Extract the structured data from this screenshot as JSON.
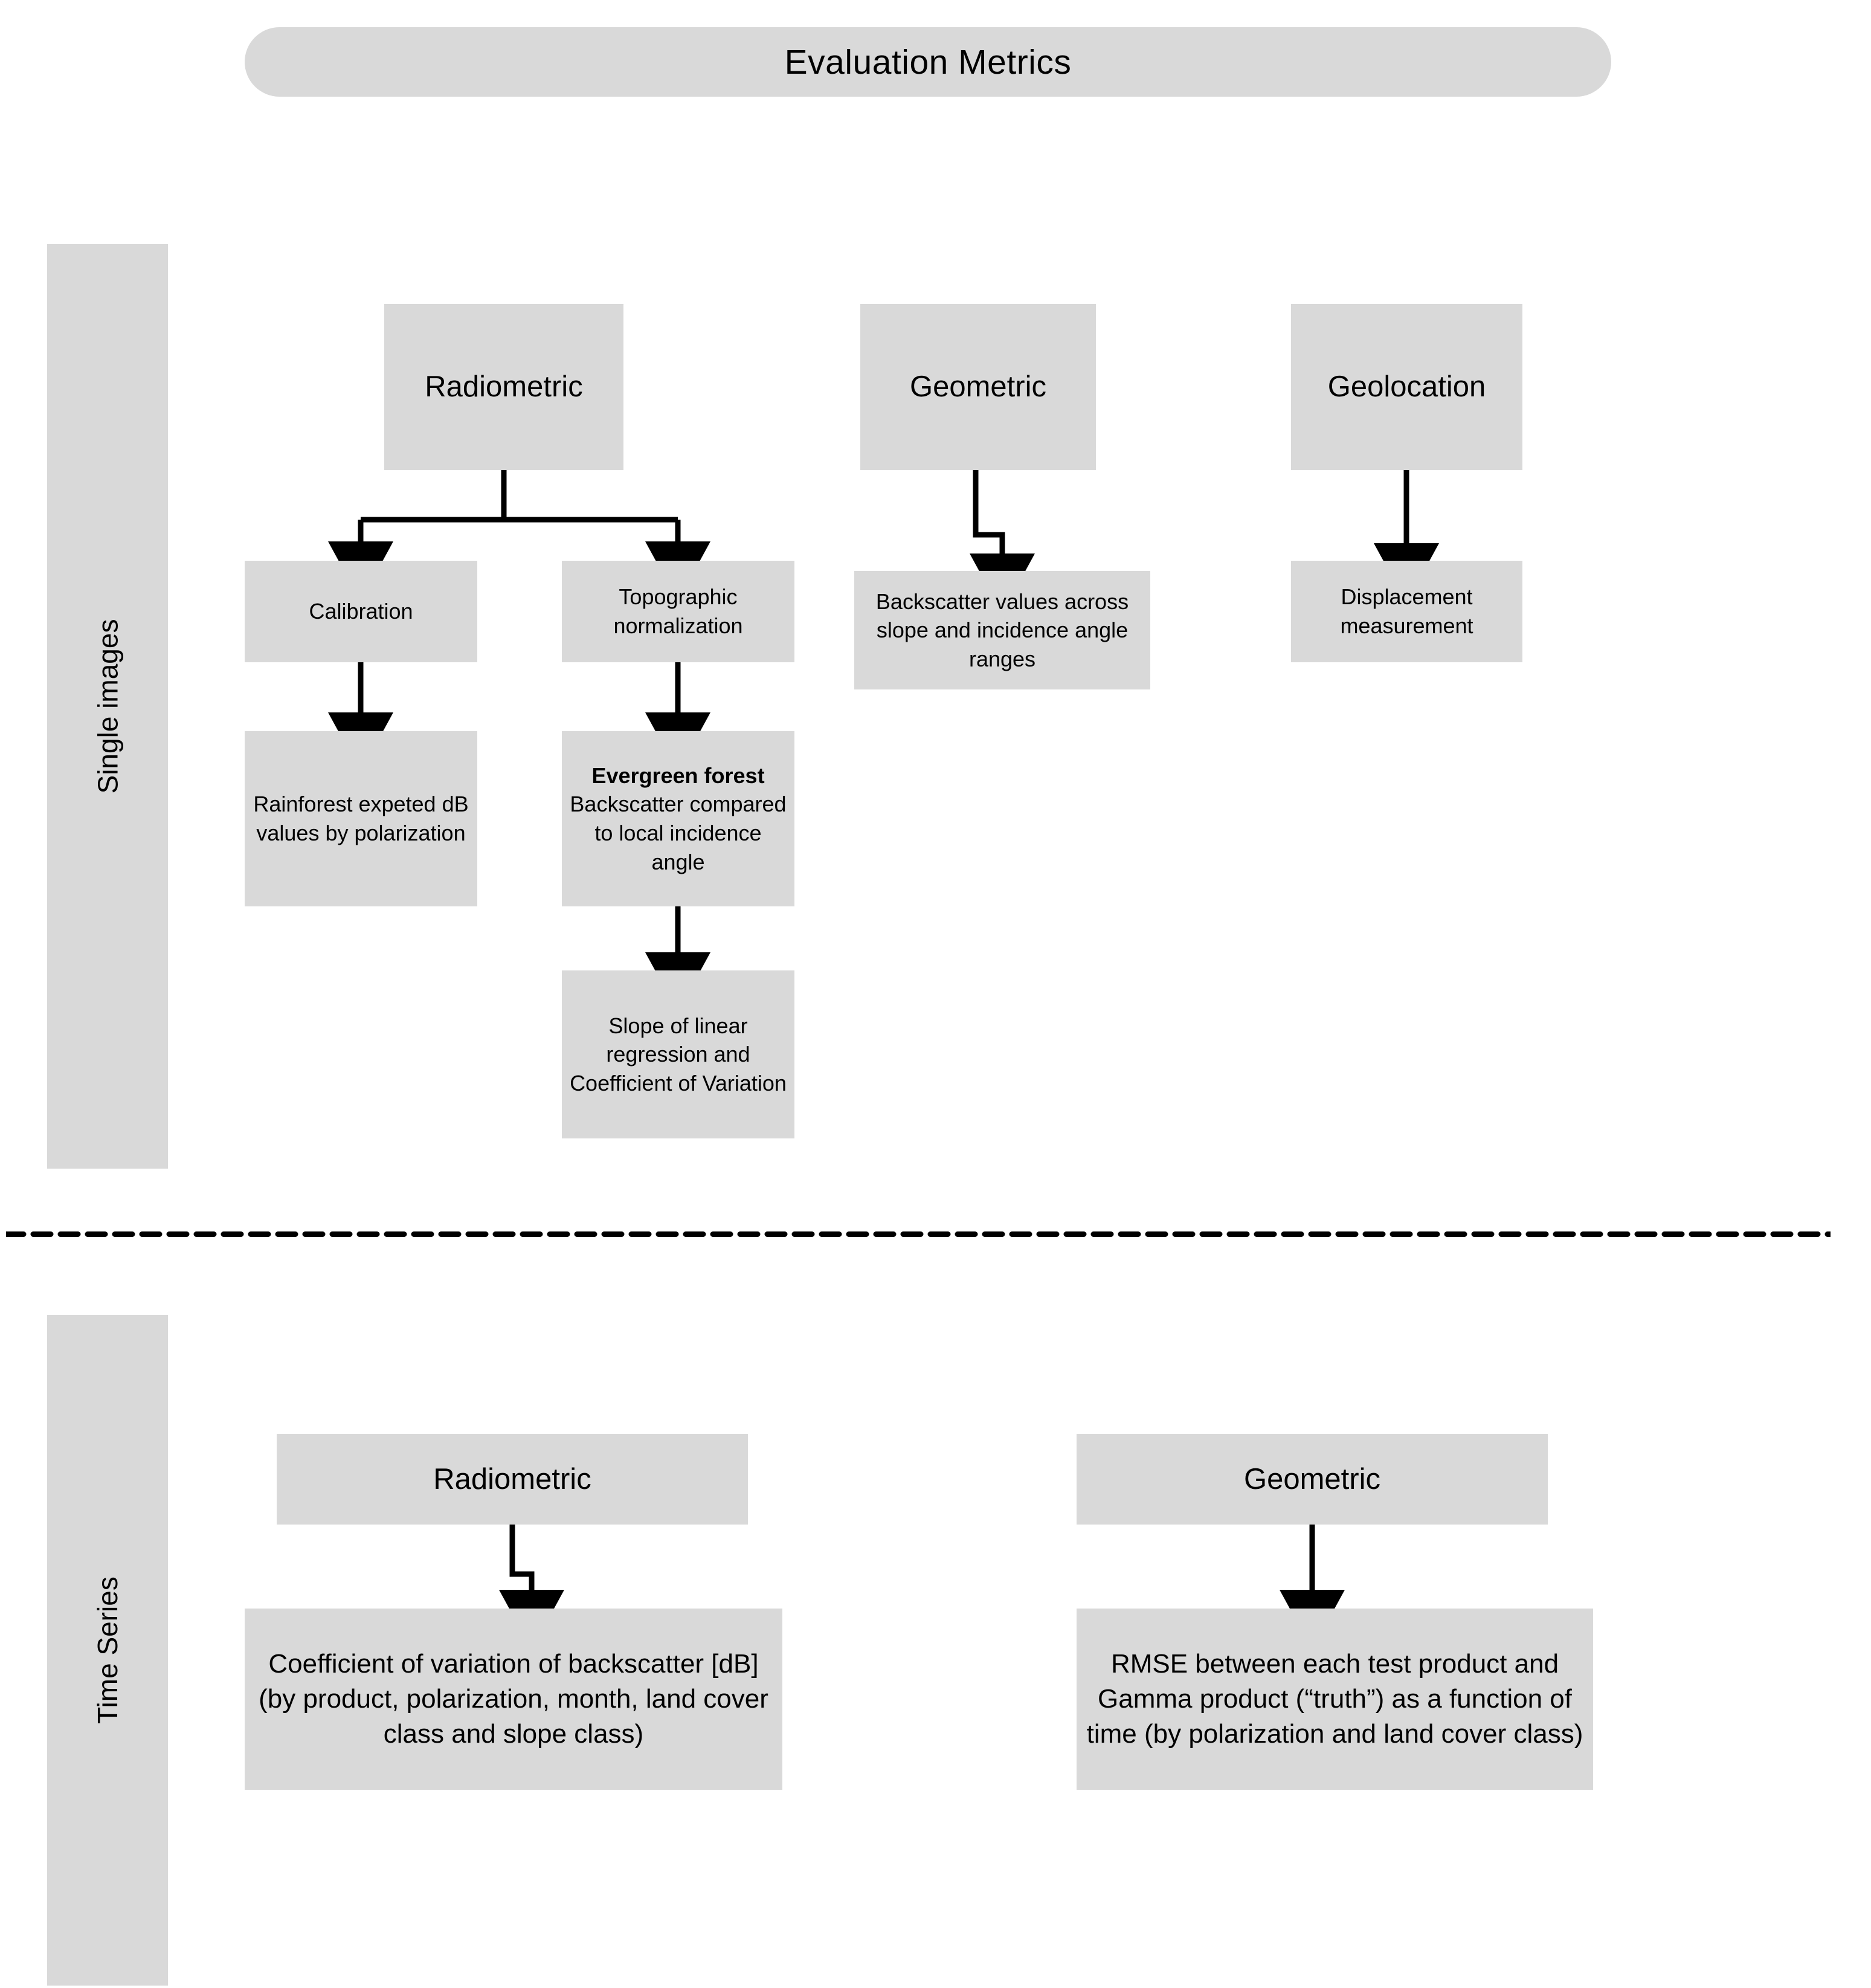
{
  "title": {
    "text": "Evaluation Metrics"
  },
  "colors": {
    "box_fill": "#D9D9D9",
    "text": "#000000",
    "connector": "#000000",
    "background": "#FFFFFF"
  },
  "sections": [
    {
      "id": "single-images",
      "label": "Single images",
      "categories": [
        {
          "id": "radiometric",
          "label": "Radiometric",
          "children": [
            {
              "id": "calibration",
              "label": "Calibration",
              "children": [
                {
                  "id": "rainforest",
                  "label": "Rainforest expeted dB values by polarization"
                }
              ]
            },
            {
              "id": "topographic-normalization",
              "label": "Topographic normalization",
              "children": [
                {
                  "id": "evergreen-forest",
                  "label_bold": "Evergreen forest",
                  "label": "Backscatter compared to local incidence angle",
                  "children": [
                    {
                      "id": "slope-regression",
                      "label": "Slope of linear regression and Coefficient of Variation"
                    }
                  ]
                }
              ]
            }
          ]
        },
        {
          "id": "geometric",
          "label": "Geometric",
          "children": [
            {
              "id": "backscatter-values",
              "label": "Backscatter values across slope and incidence angle ranges"
            }
          ]
        },
        {
          "id": "geolocation",
          "label": "Geolocation",
          "children": [
            {
              "id": "displacement",
              "label": "Displacement measurement"
            }
          ]
        }
      ]
    },
    {
      "id": "time-series",
      "label": "Time Series",
      "categories": [
        {
          "id": "ts-radiometric",
          "label": "Radiometric",
          "children": [
            {
              "id": "ts-coefficient-variation",
              "label": "Coefficient of variation of backscatter [dB] (by product, polarization, month,  land cover class and slope class)"
            }
          ]
        },
        {
          "id": "ts-geometric",
          "label": "Geometric",
          "children": [
            {
              "id": "ts-rmse",
              "label": "RMSE between each test product and Gamma product (“truth”) as a function of time (by polarization and land cover class)"
            }
          ]
        }
      ]
    }
  ],
  "nodes": {
    "radiometric": "Radiometric",
    "geometric": "Geometric",
    "geolocation": "Geolocation",
    "calibration": "Calibration",
    "topographic": "Topographic normalization",
    "backscatter_values": "Backscatter values across slope and incidence angle ranges",
    "displacement": "Displacement measurement",
    "rainforest": "Rainforest expeted dB values by polarization",
    "evergreen_bold": "Evergreen forest",
    "evergreen_rest": "Backscatter compared to local incidence angle",
    "slope_regression": "Slope of linear regression and Coefficient of Variation",
    "ts_radiometric": "Radiometric",
    "ts_geometric": "Geometric",
    "ts_coefficient_variation": "Coefficient of variation of backscatter [dB] (by product, polarization, month,  land cover class and slope class)",
    "ts_rmse": "RMSE between each test product and Gamma product (“truth”) as a function of time (by polarization and land cover class)"
  },
  "side_labels": {
    "single_images": "Single images",
    "time_series": "Time Series"
  },
  "divider": {
    "style": "dashed",
    "purpose": "separates Single images section from Time Series section"
  }
}
